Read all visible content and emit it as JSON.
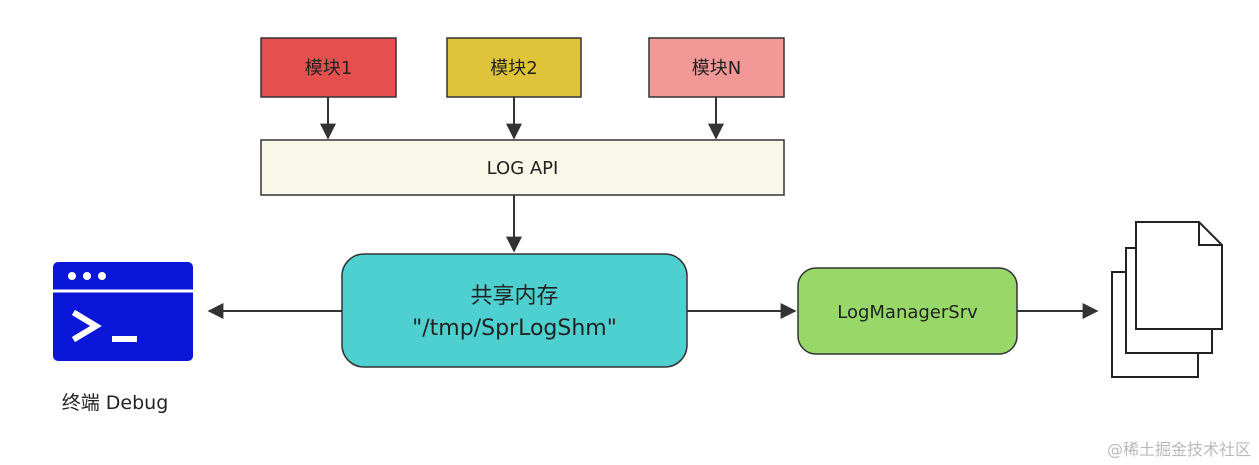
{
  "modules": [
    {
      "label": "模块1",
      "color": "#e5504f"
    },
    {
      "label": "模块2",
      "color": "#dfc43a"
    },
    {
      "label": "模块N",
      "color": "#f29896"
    }
  ],
  "log_api": {
    "label": "LOG API",
    "color": "#f9f7e8"
  },
  "shared_memory": {
    "line1": "共享内存",
    "line2": "\"/tmp/SprLogShm\"",
    "color": "#4ecfd0"
  },
  "log_manager": {
    "label": "LogManagerSrv",
    "color": "#97d869"
  },
  "terminal": {
    "caption": "终端 Debug",
    "icon": "terminal-icon",
    "color": "#0a17d8"
  },
  "files": {
    "icon": "document-stack-icon"
  },
  "watermark": "@稀土掘金技术社区"
}
